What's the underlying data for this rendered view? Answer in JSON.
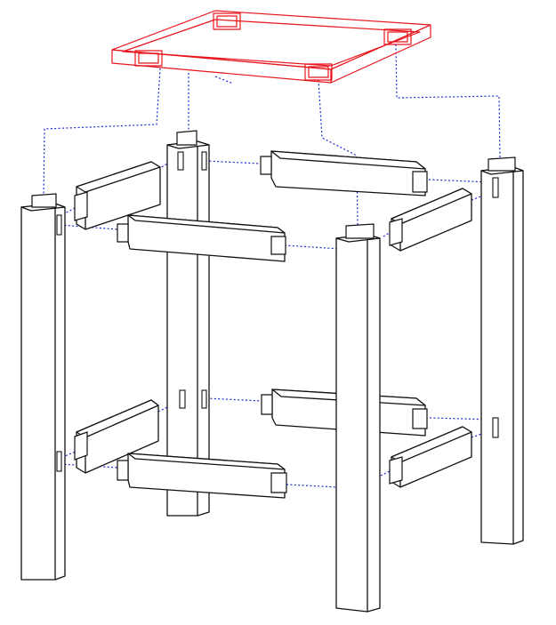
{
  "colors": {
    "background": "#ffffff",
    "outline": "#111111",
    "seat": "#e8141c",
    "guide": "#1c2bd1"
  },
  "parts": {
    "seat_top": "seat-top-panel",
    "legs": [
      "leg-front-left",
      "leg-back-left",
      "leg-front-right",
      "leg-back-right"
    ],
    "rails": [
      "rail-upper-left",
      "rail-upper-front",
      "rail-upper-back",
      "rail-upper-right",
      "rail-lower-left",
      "rail-lower-front",
      "rail-lower-back",
      "rail-lower-right"
    ]
  }
}
